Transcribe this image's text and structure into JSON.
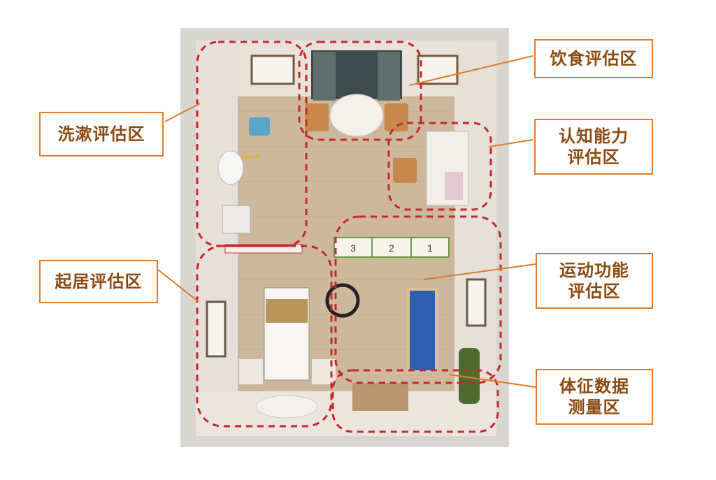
{
  "zones": {
    "washing": "洗漱评估区",
    "dining": "饮食评估区",
    "cognitive_line1": "认知能力",
    "cognitive_line2": "评估区",
    "living": "起居评估区",
    "motor_line1": "运动功能",
    "motor_line2": "评估区",
    "vitals_line1": "体征数据",
    "vitals_line2": "测量区"
  },
  "floor_markers": [
    "3",
    "2",
    "1"
  ],
  "colors": {
    "label_text": "#8a4a12",
    "label_border": "#e07a2a",
    "leader_line": "#e07a2a",
    "zone_dash": "#c8262a",
    "floor": "#c9b49a",
    "wall": "#d8d4cf"
  }
}
